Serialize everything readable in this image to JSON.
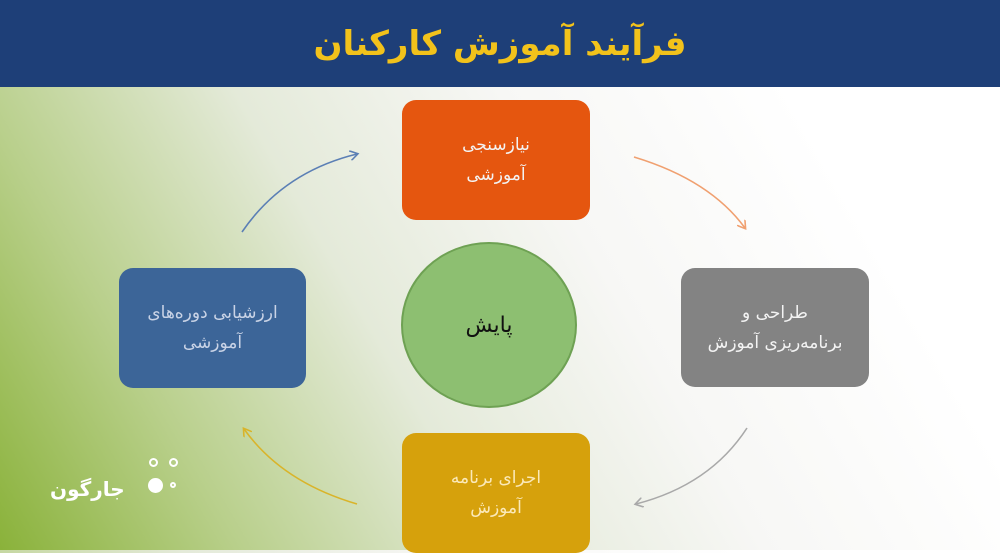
{
  "title": "فرآیند آموزش کارکنان",
  "center": {
    "label": "پایش"
  },
  "steps": {
    "top": {
      "line1": "نیازسنجی",
      "line2": "آموزشی",
      "color": "#e5560f"
    },
    "right": {
      "line1": "طراحی و",
      "line2": "برنامه‌ریزی آموزش",
      "color": "#838383"
    },
    "bottom": {
      "line1": "اجرای برنامه",
      "line2": "آموزش",
      "color": "#d6a10c"
    },
    "left": {
      "line1": "ارزشیابی دوره‌های",
      "line2": "آموزشی",
      "color": "#3c6598"
    }
  },
  "logo": {
    "text": "جارگون"
  },
  "colors": {
    "header": "#1e3f78",
    "title": "#f2c21b",
    "center_fill": "#8dbf71",
    "arrow_top_right": "#f0a070",
    "arrow_right_bottom": "#a9a9a9",
    "arrow_bottom_left": "#d9b42a",
    "arrow_left_top": "#5b7fb5"
  }
}
